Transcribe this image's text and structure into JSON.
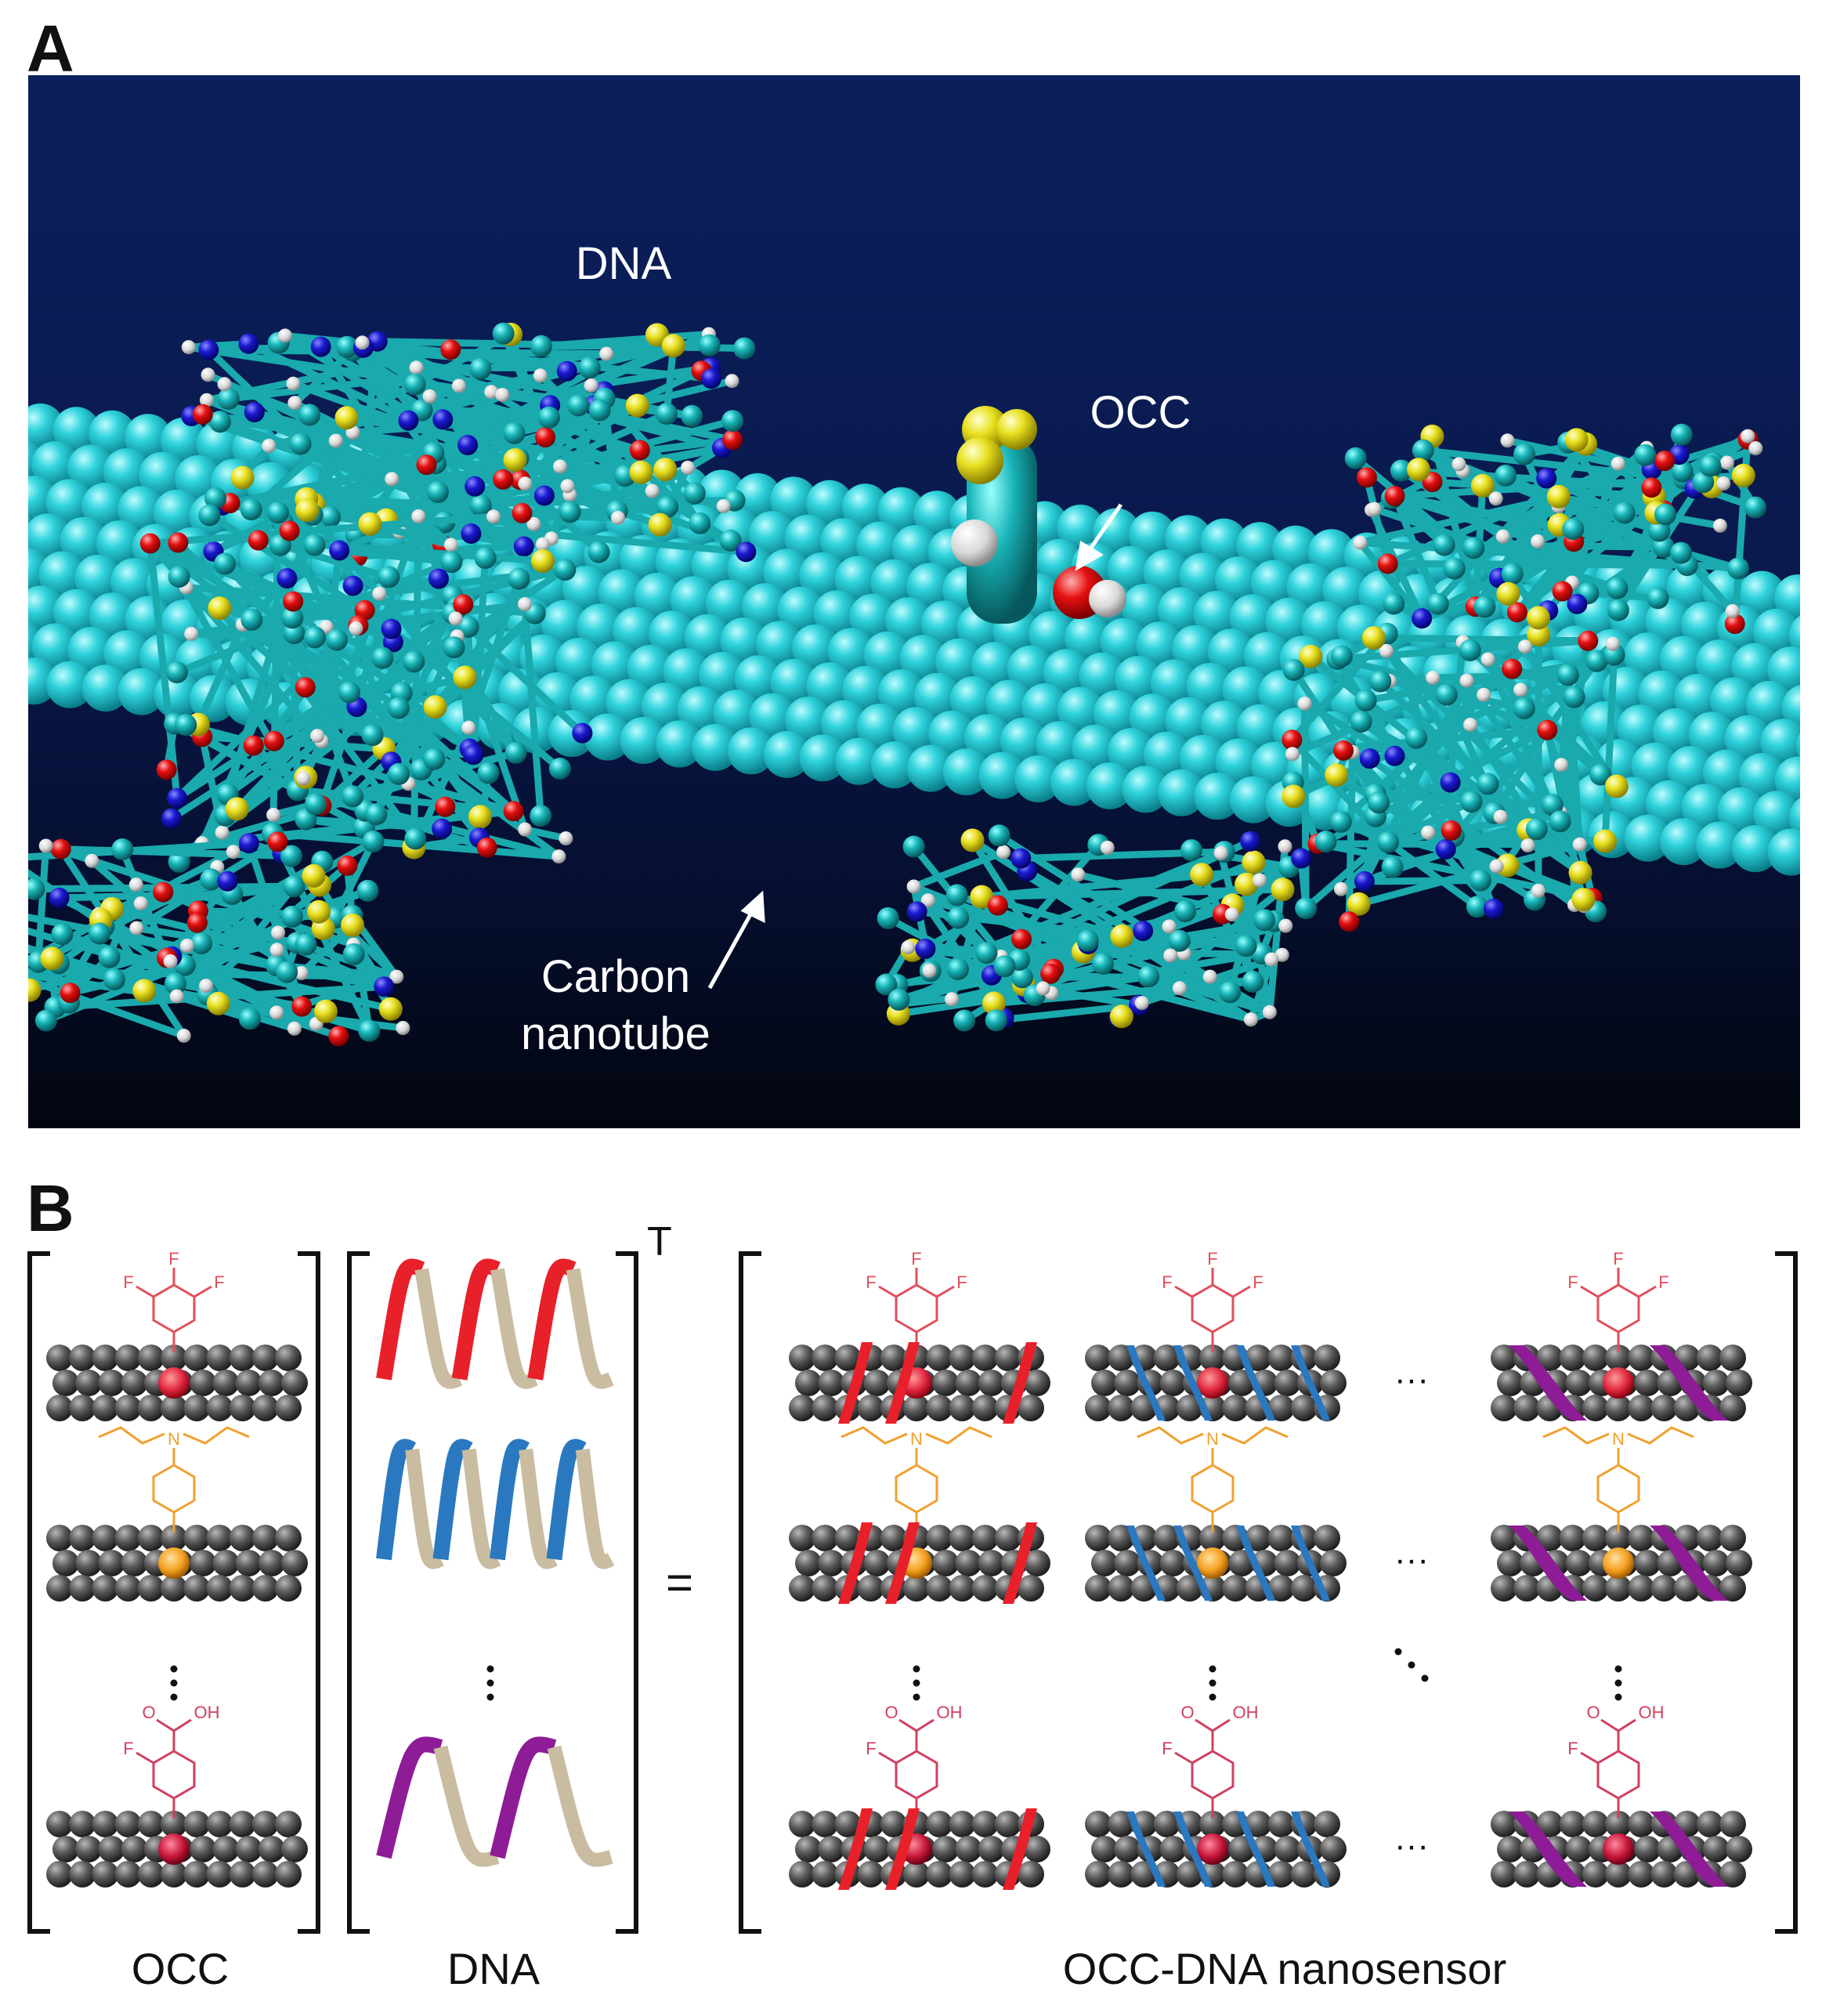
{
  "panels": {
    "a": {
      "letter": "A",
      "labels": {
        "dna": "DNA",
        "occ": "OCC",
        "nanotube": "Carbon\nnanotube"
      }
    },
    "b": {
      "letter": "B",
      "transpose": "T",
      "equals": "=",
      "ellipsis_h": "···",
      "columns": {
        "occ": "OCC",
        "dna": "DNA",
        "result": "OCC-DNA nanosensor"
      },
      "molecules": {
        "trifluoro": {
          "substituent": "F",
          "color": "#e0505a"
        },
        "diethylamino": {
          "substituent": "N",
          "color": "#f0a030"
        },
        "fluorobenzoic": {
          "substituent": "F",
          "acid": "OH",
          "acid_o": "O",
          "color": "#d04060"
        }
      },
      "dna_colors": [
        "#e8202a",
        "#2a78c0",
        "#8e1c96"
      ],
      "backbone_color": "#c9bca0"
    }
  }
}
